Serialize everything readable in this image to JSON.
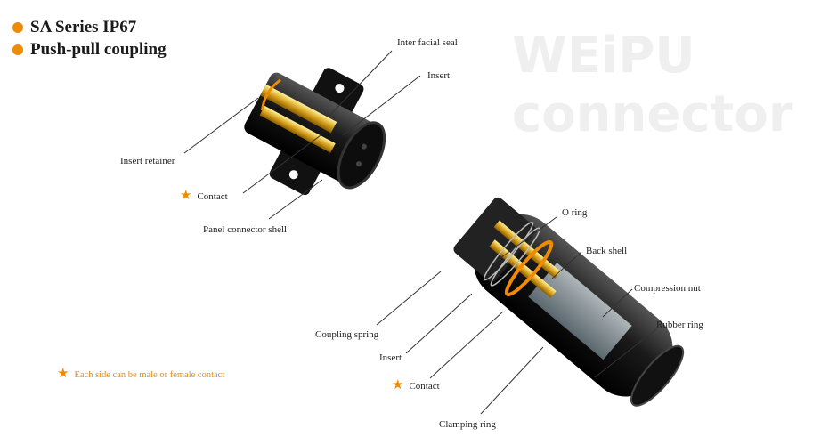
{
  "titles": [
    "SA Series  IP67",
    "Push-pull coupling"
  ],
  "watermark": "WEiPU connector",
  "panel_labels": {
    "interfacial_seal": "Inter facial seal",
    "insert": "Insert",
    "insert_retainer": "Insert retainer",
    "contact": "Contact",
    "panel_shell": "Panel connector shell"
  },
  "plug_labels": {
    "o_ring": "O ring",
    "back_shell": "Back shell",
    "compression_nut": "Compression nut",
    "rubber_ring": "Rubber ring",
    "coupling_spring": "Coupling  spring",
    "insert": "Insert",
    "contact": "Contact",
    "clamping_ring": "Clamping ring"
  },
  "note": "Each side can be male or female contact",
  "star": "★",
  "colors": {
    "accent": "#f08a00",
    "body": "#1c1c1c",
    "gold": "#d9a520"
  }
}
